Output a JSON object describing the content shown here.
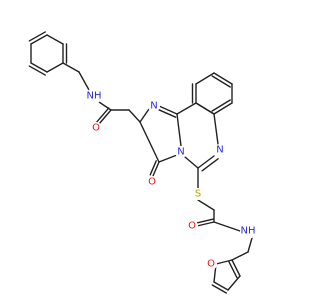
{
  "molecule": {
    "colors": {
      "bond": "#222222",
      "nitrogen": "#2a2ae0",
      "oxygen": "#e01818",
      "sulfur": "#b8a200",
      "background": "#ffffff"
    },
    "atom_labels": {
      "amide_nh_top": "NH",
      "amide_o_top": "O",
      "imidazole_n": "N",
      "fused_n": "N",
      "lactam_o": "O",
      "quinazoline_n": "N",
      "thioether_s": "S",
      "amide_o_bottom": "O",
      "amide_nh_bottom": "NH",
      "furan_o": "O"
    }
  }
}
